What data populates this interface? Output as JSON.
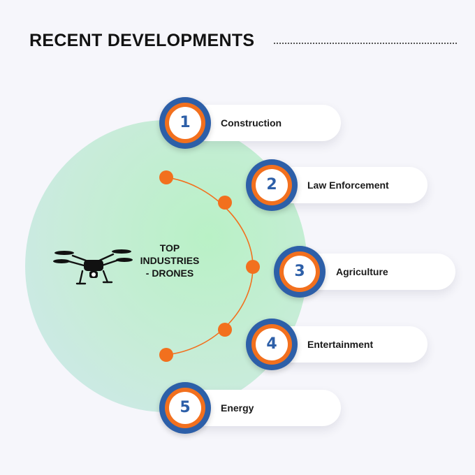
{
  "title": "RECENT DEVELOPMENTS",
  "center_label": [
    "TOP",
    "INDUSTRIES",
    "- DRONES"
  ],
  "items": [
    {
      "number": "1",
      "label": "Construction"
    },
    {
      "number": "2",
      "label": "Law Enforcement"
    },
    {
      "number": "3",
      "label": "Agriculture"
    },
    {
      "number": "4",
      "label": "Entertainment"
    },
    {
      "number": "5",
      "label": "Energy"
    }
  ],
  "colors": {
    "badge_outer": "#2d5fa8",
    "badge_ring": "#f2701e",
    "arc": "#f2701e",
    "blob": "#c8ecd9"
  },
  "icons": {
    "center": "drone-icon"
  }
}
